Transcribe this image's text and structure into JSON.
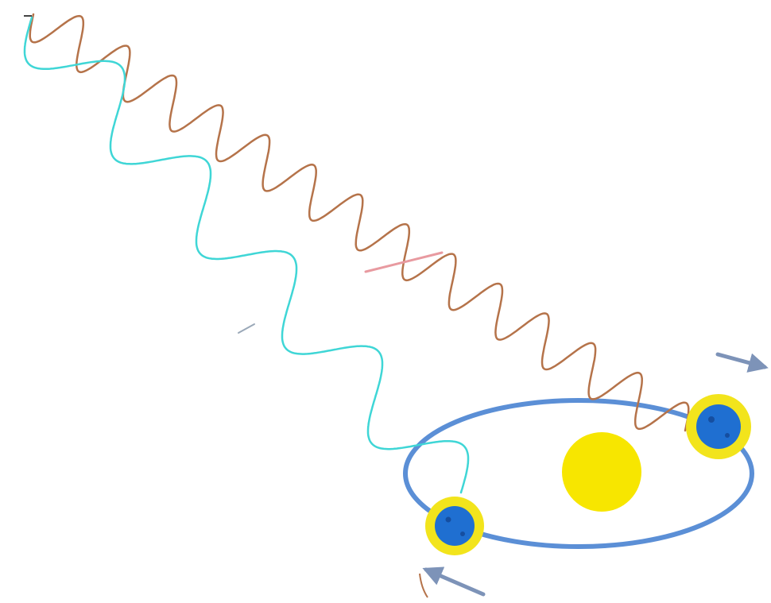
{
  "diagram": {
    "type": "orbit-doppler-illustration",
    "colors": {
      "background": "#ffffff",
      "orbit": "#5b8fd6",
      "star": "#f7e600",
      "planet_halo": "#f2e41c",
      "planet_core": "#1f6fd1",
      "wave_redshift": "#b5734a",
      "wave_blueshift": "#3fd6d6",
      "wave_mark": "#e89aa0",
      "motion_arrow": "#7d93b8"
    },
    "elements": [
      {
        "id": "orbit",
        "icon": "orbit-ellipse"
      },
      {
        "id": "star",
        "icon": "star-sun"
      },
      {
        "id": "body-right",
        "icon": "planet",
        "motion": "away"
      },
      {
        "id": "body-left",
        "icon": "planet",
        "motion": "toward"
      },
      {
        "id": "wave-long",
        "icon": "wavy-line",
        "wavelength": "long"
      },
      {
        "id": "wave-short",
        "icon": "wavy-line",
        "wavelength": "short"
      }
    ]
  }
}
